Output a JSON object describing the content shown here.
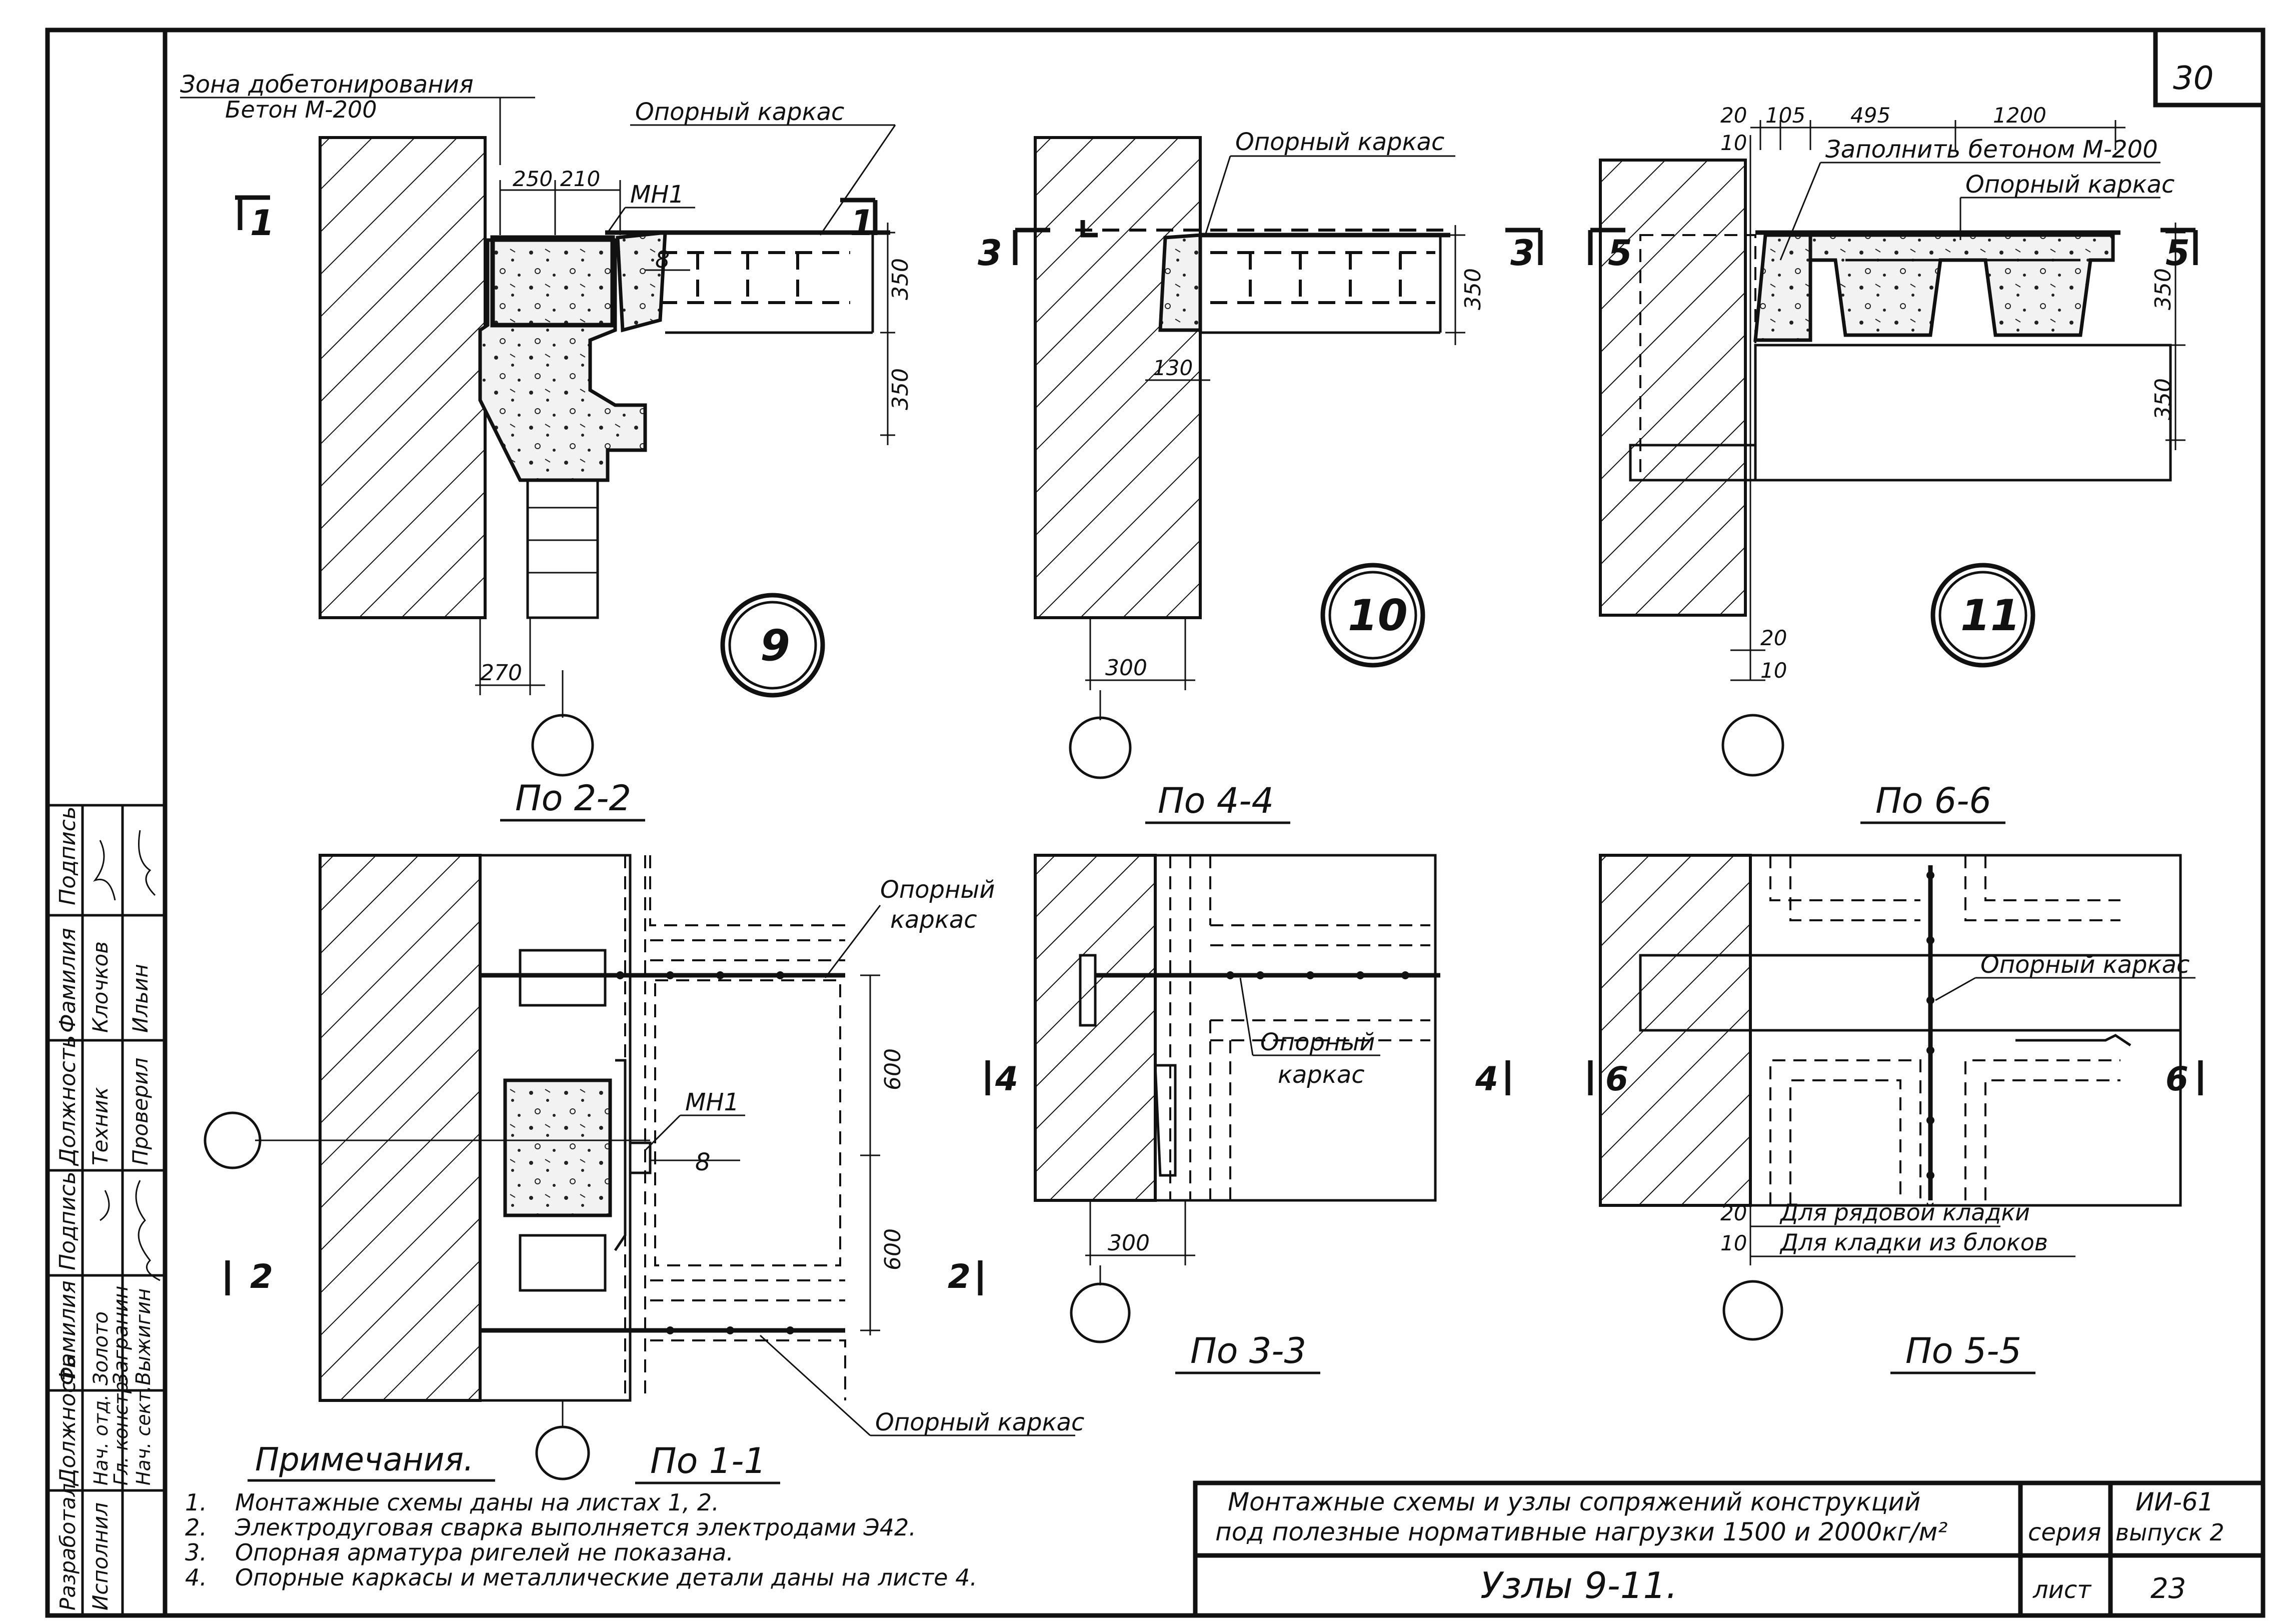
{
  "sheet_number_corner": "30",
  "node9": {
    "label_zone": "Зона добетонирования",
    "label_concrete": "Бетон  М-200",
    "label_frame": "Опорный каркас",
    "dim_250": "250",
    "dim_210": "210",
    "part_mn1": "МН1",
    "part_8": "8",
    "section_mark": "1",
    "dim_350_top": "350",
    "dim_350_bottom": "350",
    "dim_270": "270",
    "node_number": "9"
  },
  "node10": {
    "label_frame": "Опорный каркас",
    "section_mark": "3",
    "dim_350": "350",
    "dim_130": "130",
    "dim_300": "300",
    "node_number": "10"
  },
  "node11": {
    "dim_20": "20",
    "dim_105": "105",
    "dim_495": "495",
    "dim_1200": "1200",
    "dim_10": "10",
    "label_fill": "Заполнить бетоном  М-200",
    "label_frame": "Опорный каркас",
    "section_mark": "5",
    "dim_350_top": "350",
    "dim_350_bottom": "350",
    "dim_20_bottom": "20",
    "dim_10_bottom": "10",
    "node_number": "11"
  },
  "view_2_2": {
    "title": "По 2-2",
    "label_frame_top_1": "Опорный",
    "label_frame_top_2": "каркас",
    "part_mn1": "МН1",
    "part_8": "8",
    "dim_600_top": "600",
    "dim_600_bottom": "600",
    "section_mark": "2",
    "label_frame_bottom": "Опорный каркас",
    "subtitle": "По 1-1"
  },
  "view_4_4": {
    "title": "По 4-4",
    "label_frame_1": "Опорный",
    "label_frame_2": "каркас",
    "section_mark": "4",
    "dim_300": "300",
    "subtitle": "По 3-3"
  },
  "view_6_6": {
    "title": "По 6-6",
    "label_frame": "Опорный каркас",
    "section_mark": "6",
    "dim_20": "20",
    "dim_10": "10",
    "note_row": "Для рядовой кладки",
    "note_block": "Для кладки из блоков",
    "subtitle": "По 5-5"
  },
  "notes": {
    "title": "Примечания.",
    "items": [
      {
        "num": "1.",
        "text": "Монтажные схемы даны на листах  1, 2."
      },
      {
        "num": "2.",
        "text": "Электродуговая сварка выполняется электродами Э42."
      },
      {
        "num": "3.",
        "text": "Опорная арматура ригелей не показана."
      },
      {
        "num": "4.",
        "text": "Опорные каркасы и металлические детали даны на листе 4."
      }
    ]
  },
  "stamp": {
    "title_line1": "Монтажные схемы и узлы сопряжений конструкций",
    "title_line2": "под полезные нормативные нагрузки 1500 и 2000кг/м²",
    "sheet_title": "Узлы  9-11.",
    "series_label": "серия",
    "series_value": "ИИ-61",
    "issue_value": "выпуск 2",
    "sheet_label": "лист",
    "sheet_value": "23"
  },
  "side_block": {
    "col_position": "Должность",
    "col_surname": "Фамилия",
    "col_signature": "Подпись",
    "developed": "Разработал",
    "checked": "Исполнил",
    "rows": [
      {
        "position": "Нач. отд.",
        "surname": "Золото"
      },
      {
        "position": "Гл. констр.",
        "surname": "Загранин"
      },
      {
        "position": "Нач. сект.",
        "surname": "Выжигин"
      }
    ],
    "rows2": [
      {
        "position": "Техник",
        "surname": "Клочков"
      },
      {
        "position": "Проверил",
        "surname": "Ильин"
      }
    ]
  }
}
